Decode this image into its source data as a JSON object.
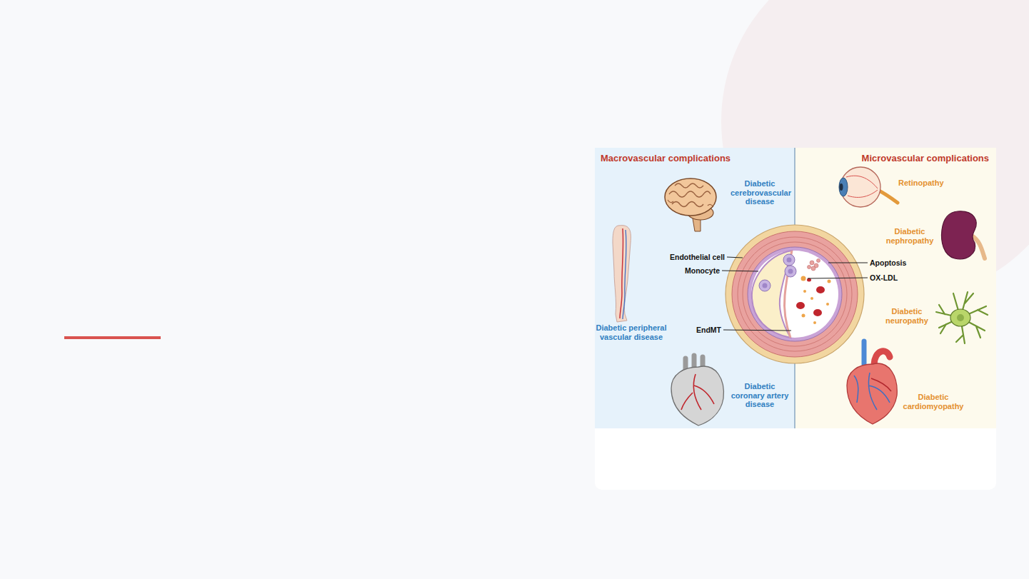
{
  "diagram": {
    "nodes": [
      {
        "text": [
          "Macrovascular complications"
        ]
      },
      {
        "text": [
          "Microvascular complications"
        ]
      }
    ],
    "labels": [
      "Diabetic cerebrovascular disease",
      "Diabetic peripheral vascular disease",
      "Diabetic coronary artery disease",
      "Retinopathy",
      "Diabetic nephropathy",
      "Diabetic neuropathy",
      "Diabetic cardiomyopathy",
      "Endothelial cell",
      "Monocyte",
      "EndMT",
      "Apoptosis",
      "OX-LDL"
    ]
  }
}
